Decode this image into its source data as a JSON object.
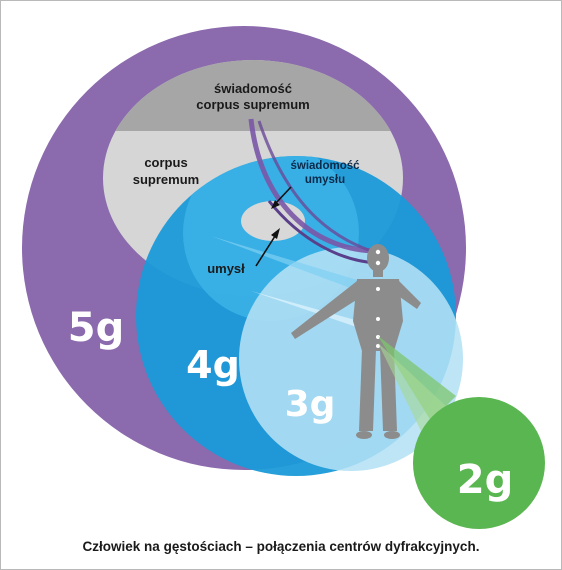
{
  "labels": {
    "swiadomosc_cs_line1": "świadomość",
    "swiadomosc_cs_line2": "corpus supremum",
    "corpus_supremum_line1": "corpus",
    "corpus_supremum_line2": "supremum",
    "swiadomosc_umyslu_line1": "świadomość",
    "swiadomosc_umyslu_line2": "umysłu",
    "umysl": "umysł",
    "level_5g": "5g",
    "level_4g": "4g",
    "level_3g": "3g",
    "level_2g": "2g"
  },
  "caption": "Człowiek na gęstościach – połączenia centrów dyfrakcyjnych.",
  "colors": {
    "purple_5g": "#8b6aad",
    "blue_4g": "#1a9ad8",
    "light_blue_3g": "#b4e1f5",
    "green_2g": "#5ab650",
    "grey_cs": "#a6a6a6",
    "light_grey": "#d6d6d6",
    "figure_grey": "#8c8c8c"
  }
}
